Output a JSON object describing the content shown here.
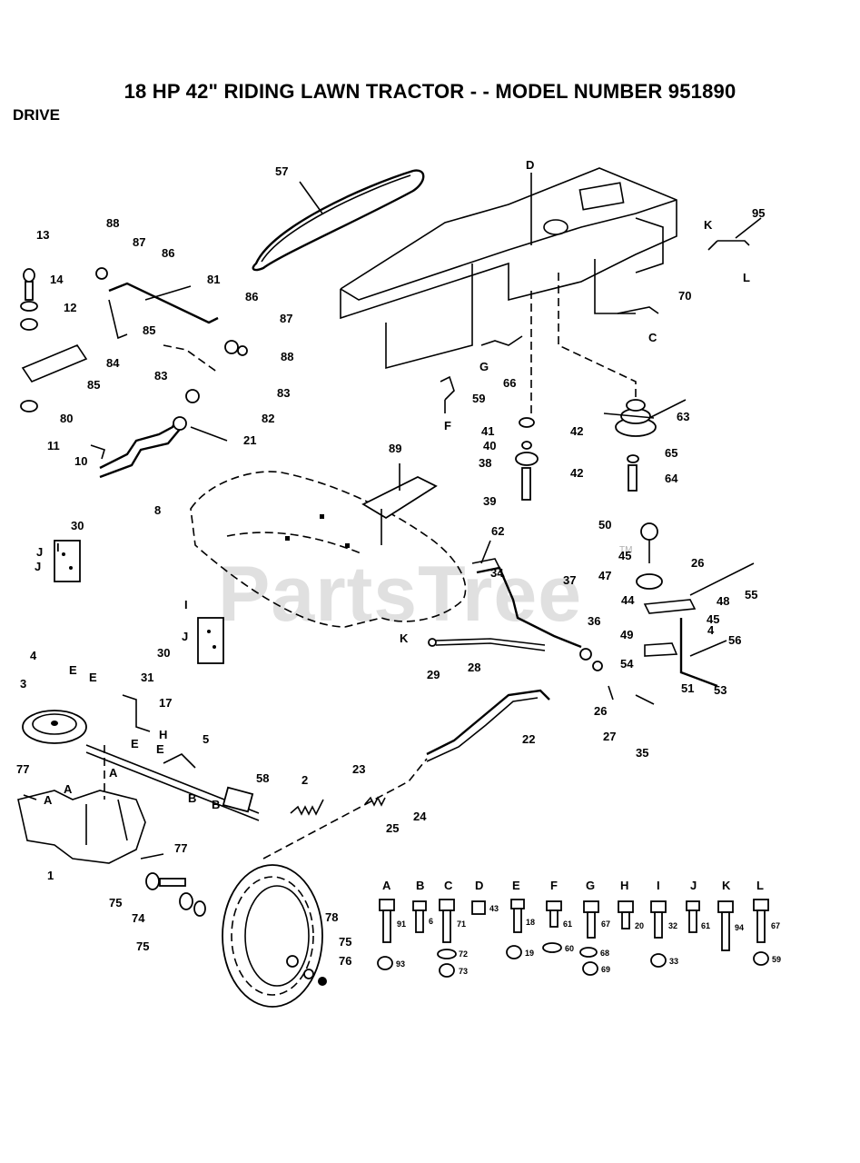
{
  "title": "18 HP 42\" RIDING LAWN TRACTOR - - MODEL NUMBER 951890",
  "section": "DRIVE",
  "watermark": "PartsTree",
  "trademark": "TM",
  "callouts": [
    "13",
    "88",
    "87",
    "86",
    "81",
    "14",
    "12",
    "85",
    "84",
    "85",
    "80",
    "11",
    "86",
    "87",
    "88",
    "83",
    "83",
    "82",
    "21",
    "10",
    "8",
    "57",
    "89",
    "62",
    "34",
    "37",
    "36",
    "29",
    "28",
    "22",
    "30",
    "30",
    "31",
    "17",
    "4",
    "3",
    "5",
    "58",
    "2",
    "23",
    "24",
    "25",
    "77",
    "77",
    "1",
    "75",
    "74",
    "75",
    "78",
    "75",
    "76",
    "41",
    "40",
    "38",
    "39",
    "42",
    "42",
    "66",
    "59",
    "63",
    "65",
    "64",
    "70",
    "95",
    "50",
    "26",
    "45",
    "47",
    "44",
    "48",
    "45",
    "4",
    "49",
    "56",
    "54",
    "51",
    "53",
    "26",
    "27",
    "35"
  ],
  "letters": [
    "D",
    "K",
    "L",
    "C",
    "G",
    "F",
    "A",
    "A",
    "A",
    "B",
    "B",
    "E",
    "E",
    "E",
    "E",
    "H",
    "I",
    "I",
    "J",
    "J",
    "J",
    "K"
  ],
  "hardware_headers": [
    "A",
    "B",
    "C",
    "D",
    "E",
    "F",
    "G",
    "H",
    "I",
    "J",
    "K",
    "L"
  ],
  "hardware_numbers": [
    "91",
    "6",
    "71",
    "43",
    "18",
    "61",
    "67",
    "20",
    "32",
    "61",
    "94",
    "67",
    "93",
    "72",
    "73",
    "19",
    "60",
    "68",
    "69",
    "33",
    "59"
  ]
}
